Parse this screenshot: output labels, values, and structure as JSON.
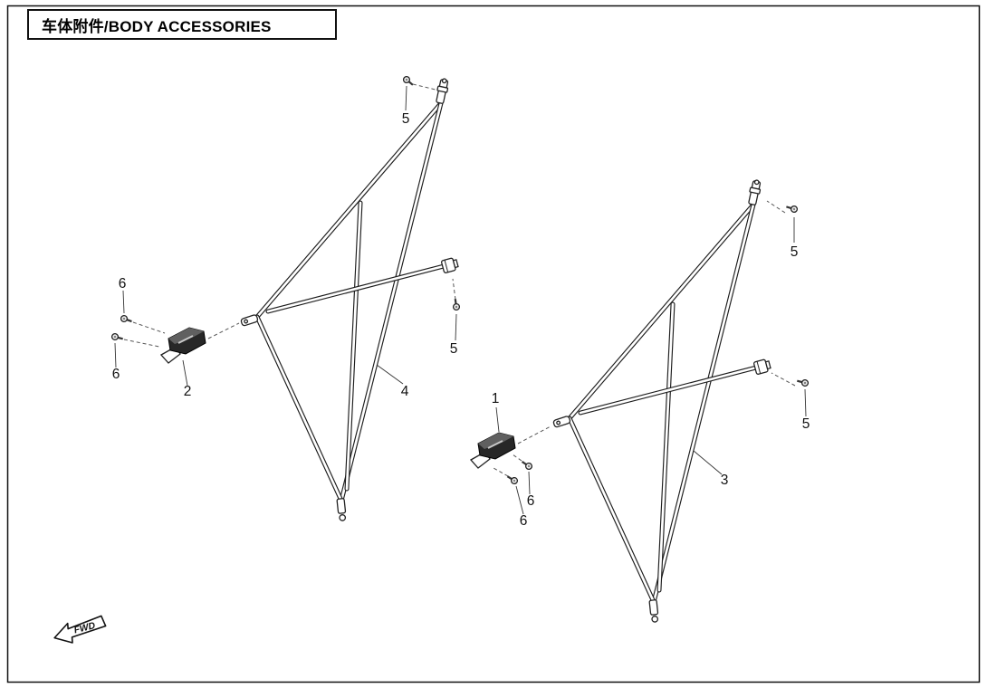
{
  "header": {
    "title": "车体附件/BODY ACCESSORIES"
  },
  "diagram": {
    "fwd_label": "FWD",
    "colors": {
      "line": "#1d1d1d",
      "background": "#ffffff",
      "part_dark": "#272727"
    },
    "callouts": [
      {
        "text": "5"
      },
      {
        "text": "6"
      },
      {
        "text": "6"
      },
      {
        "text": "2"
      },
      {
        "text": "4"
      },
      {
        "text": "5"
      },
      {
        "text": "5"
      },
      {
        "text": "1"
      },
      {
        "text": "6"
      },
      {
        "text": "6"
      },
      {
        "text": "3"
      },
      {
        "text": "5"
      }
    ]
  }
}
